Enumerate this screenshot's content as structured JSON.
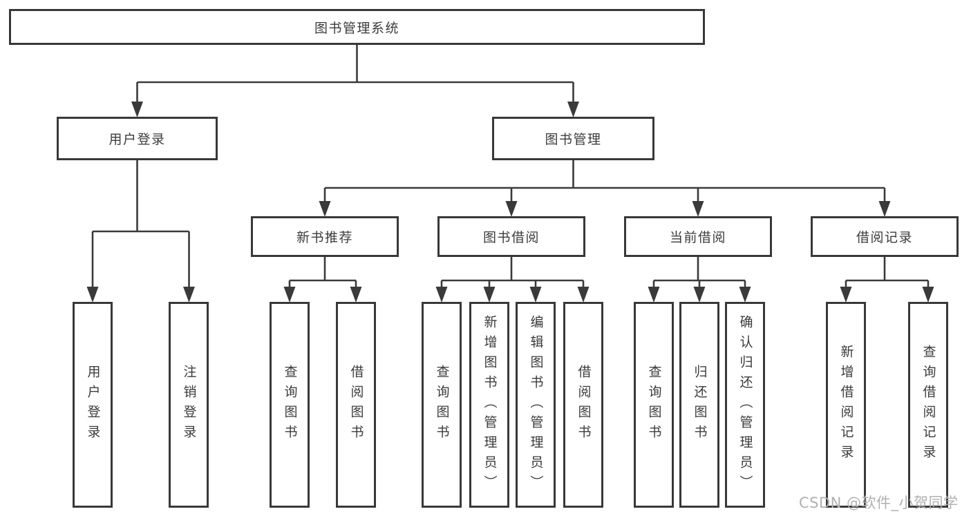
{
  "colors": {
    "background": "#ffffff",
    "box_border": "#383838",
    "connector_line": "#3a3a3a",
    "text": "#3b3b3b",
    "watermark": "#b0b0b0"
  },
  "watermark": {
    "text": "CSDN @软件_小贺同学"
  },
  "tree": {
    "root": {
      "label": "图书管理系统",
      "children": [
        {
          "label": "用户登录",
          "children": [
            {
              "label": "用户登录"
            },
            {
              "label": "注销登录"
            }
          ]
        },
        {
          "label": "图书管理",
          "children": [
            {
              "label": "新书推荐",
              "children": [
                {
                  "label": "查询图书"
                },
                {
                  "label": "借阅图书"
                }
              ]
            },
            {
              "label": "图书借阅",
              "children": [
                {
                  "label": "查询图书"
                },
                {
                  "label": "新增图书（管理员）"
                },
                {
                  "label": "编辑图书（管理员）"
                },
                {
                  "label": "借阅图书"
                }
              ]
            },
            {
              "label": "当前借阅",
              "children": [
                {
                  "label": "查询图书"
                },
                {
                  "label": "归还图书"
                },
                {
                  "label": "确认归还（管理员）"
                }
              ]
            },
            {
              "label": "借阅记录",
              "children": [
                {
                  "label": "新增借阅记录"
                },
                {
                  "label": "查询借阅记录"
                }
              ]
            }
          ]
        }
      ]
    }
  }
}
